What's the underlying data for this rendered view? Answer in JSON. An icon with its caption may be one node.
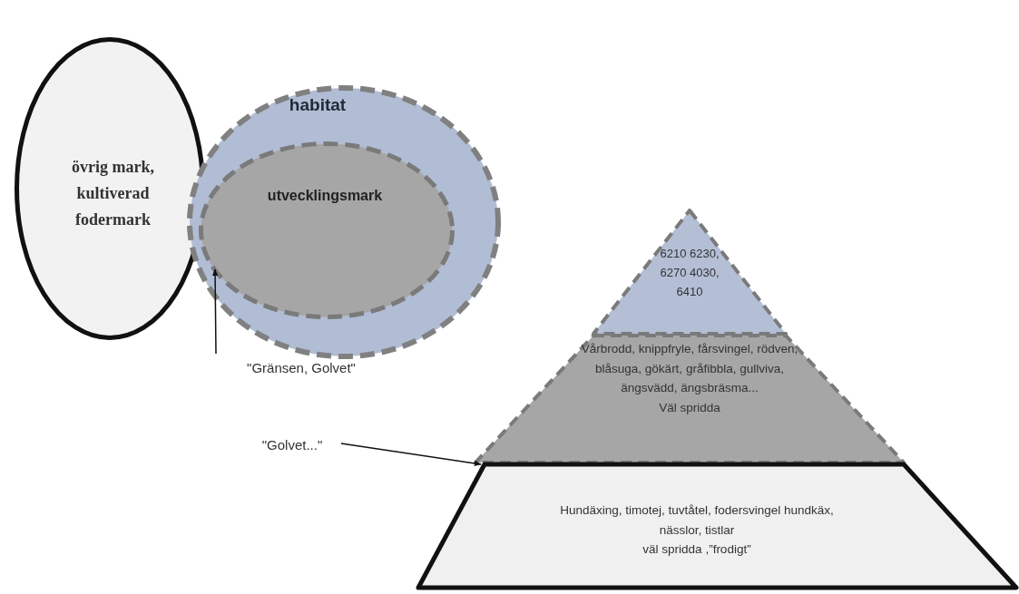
{
  "diagram": {
    "nodes": [
      {
        "text": [
          "övrig mark, kultiverad fodermark"
        ]
      },
      {
        "text": [
          "habitat"
        ]
      },
      {
        "text": [
          "utvecklingsmark"
        ],
        "in": 1
      },
      {
        "text": [
          "\"Gränsen, Golvet\""
        ]
      },
      {
        "text": [
          "6210 6230, 6270 4030, 6410"
        ]
      },
      {
        "text": [
          "Vårbrodd, knippfryle, fårsvingel, rödven, blåsuga, gökärt, gråfibbla, gullviva, ängsvädd, ängsbräsma...",
          "Väl spridda"
        ]
      },
      {
        "text": [
          "Hundäxing, timotej, tuvtåtel, fodersvingel hundkäx, nässlor, tistlar",
          "väl spridda ,”frodigt”"
        ]
      },
      {
        "text": [
          "\"Golvet...\""
        ]
      }
    ],
    "edges": [
      {
        "from": 3,
        "to": 2,
        "arrow": "to"
      },
      {
        "from": 7,
        "to": 6,
        "arrow": "to"
      }
    ]
  }
}
